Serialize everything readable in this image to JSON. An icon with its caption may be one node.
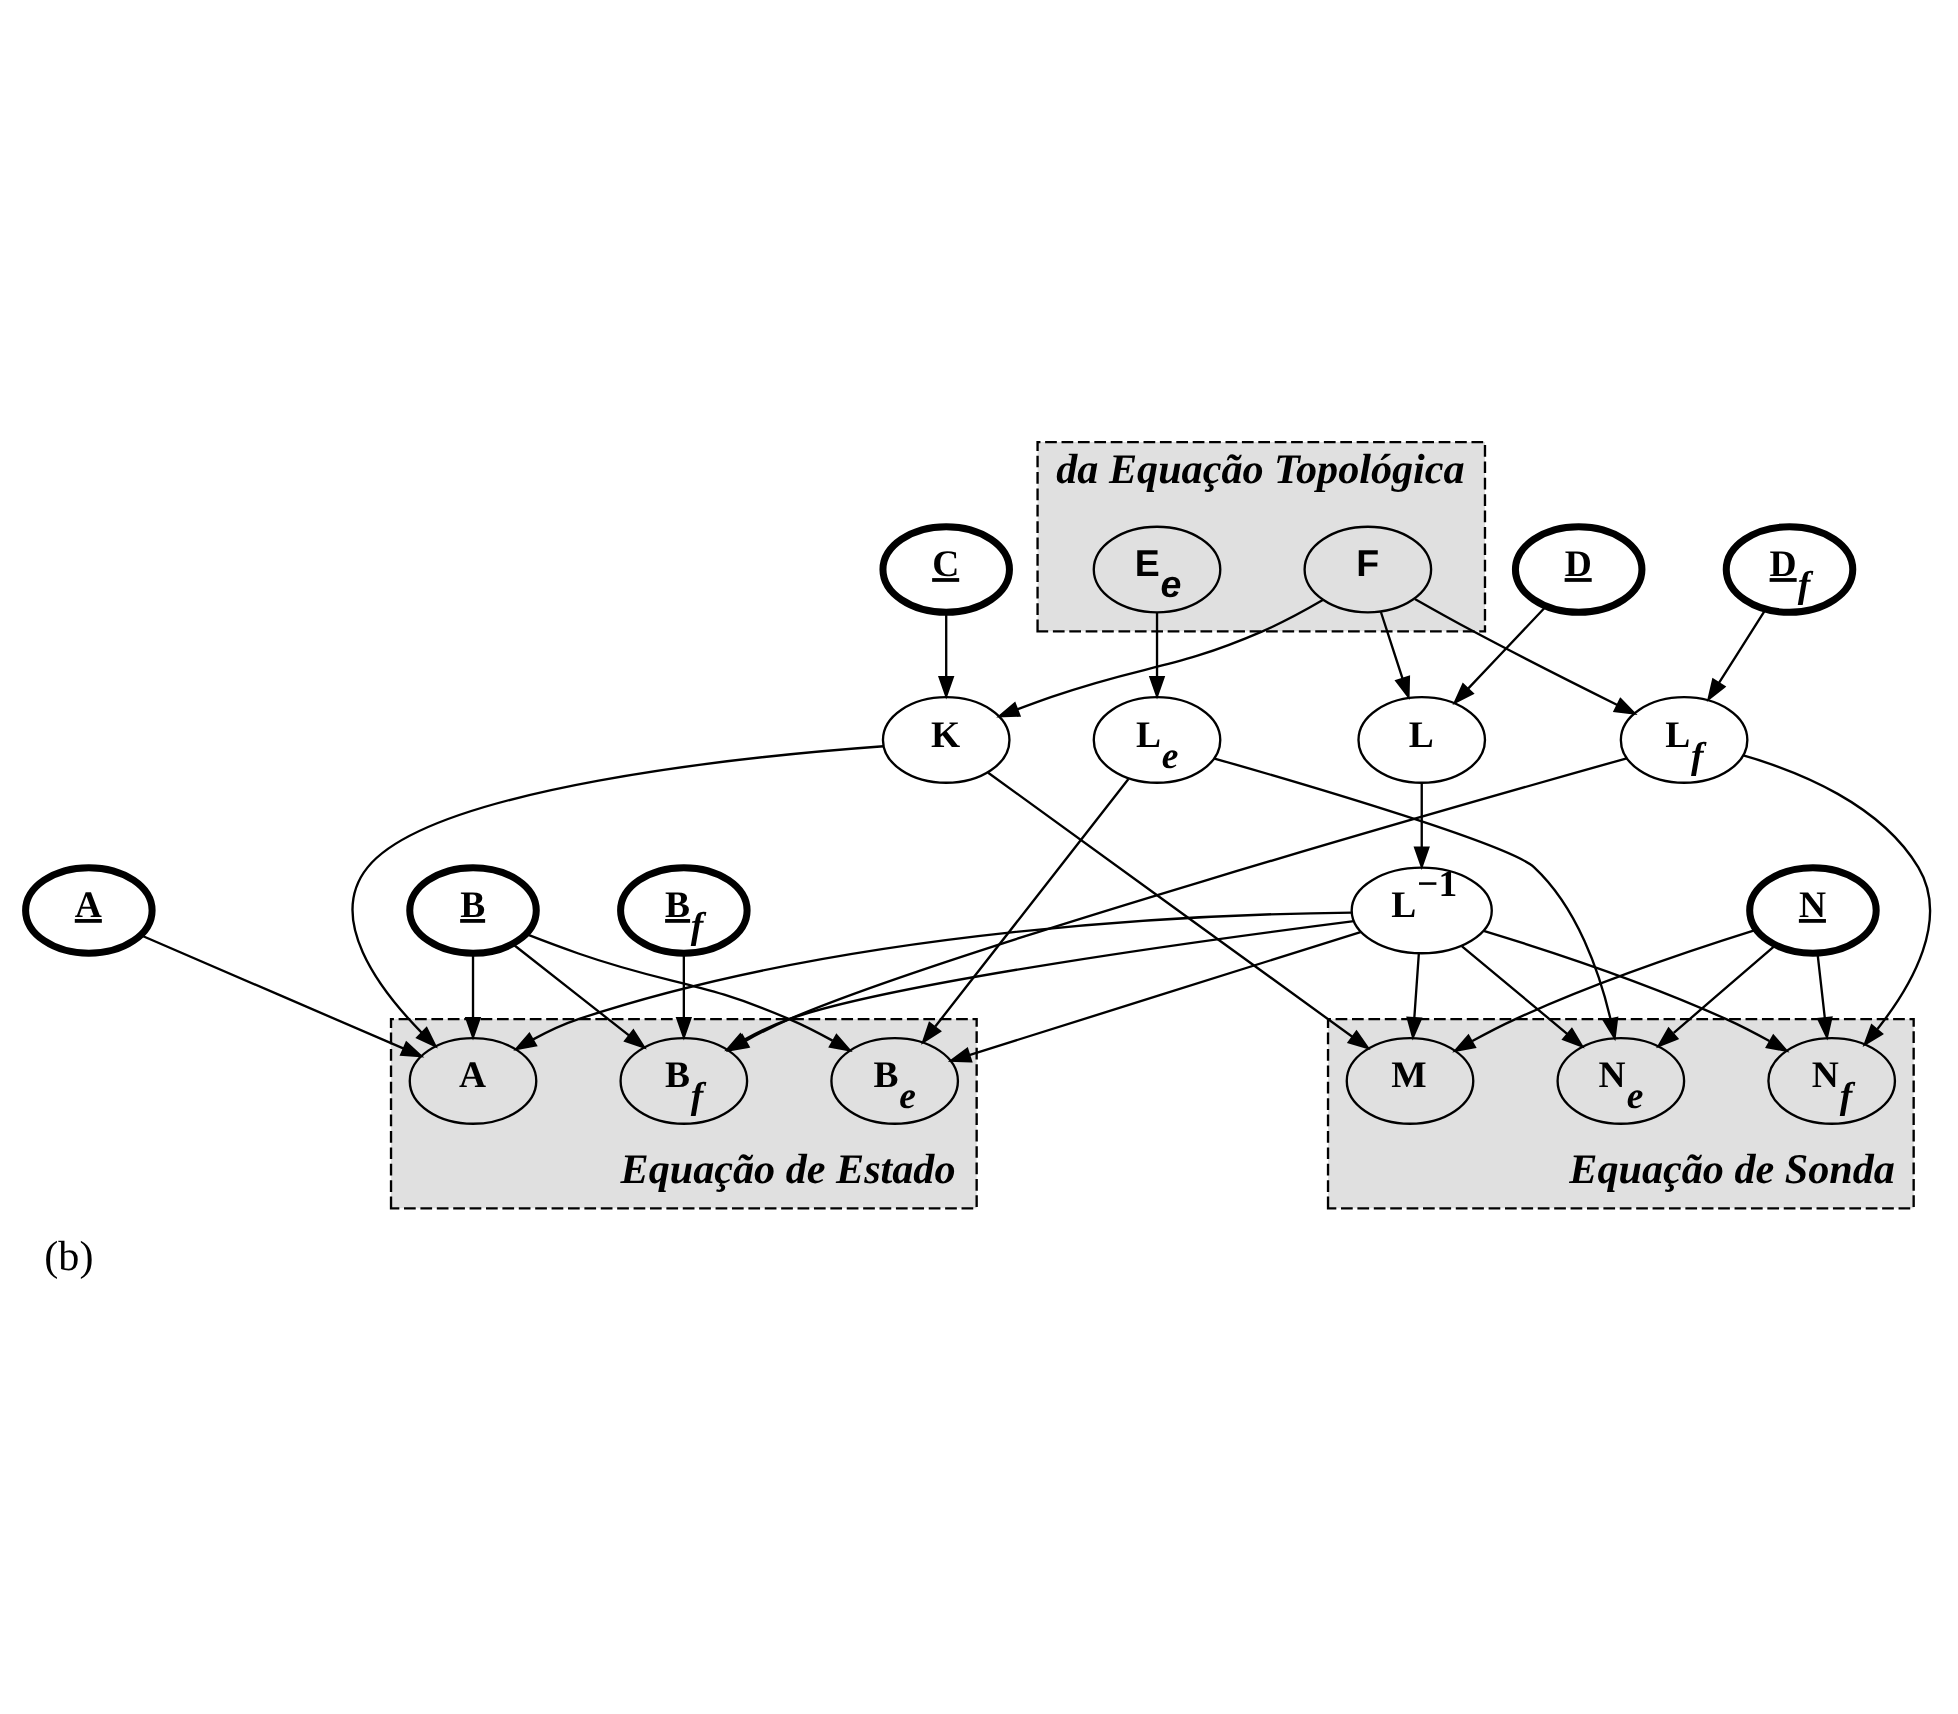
{
  "diagram": {
    "caption": "(b)",
    "nodes": [
      {
        "text": [
          "D"
        ]
      },
      {
        "text": [
          "C"
        ]
      },
      {
        "text": [
          "D$_{f}$"
        ]
      },
      {
        "text": [
          "da Equação Topológica"
        ]
      },
      {
        "text": [
          "F"
        ],
        "in": 3
      },
      {
        "text": [
          "E$_{e}$"
        ],
        "in": 3
      },
      {
        "text": [
          "L"
        ]
      },
      {
        "text": [
          "K"
        ]
      },
      {
        "text": [
          "L$_{f}$"
        ]
      },
      {
        "text": [
          "L$_{e}$"
        ]
      },
      {
        "text": [
          "L$^{−1}$"
        ]
      },
      {
        "text": [
          "A"
        ]
      },
      {
        "text": [
          "B$_{f}$"
        ]
      },
      {
        "text": [
          "B"
        ]
      },
      {
        "text": [
          "Equação de Estado"
        ]
      },
      {
        "text": [
          "A"
        ],
        "in": 14
      },
      {
        "text": [
          "B$_{f}$"
        ],
        "in": 14
      },
      {
        "text": [
          "B$_{e}$"
        ],
        "in": 14
      },
      {
        "text": [
          "N"
        ]
      },
      {
        "text": [
          "Equação de Sonda"
        ]
      },
      {
        "text": [
          "M"
        ],
        "in": 19
      },
      {
        "text": [
          "N$_{f}$"
        ],
        "in": 19
      },
      {
        "text": [
          "N$_{e}$"
        ],
        "in": 19
      }
    ],
    "edges": [
      {
        "from": 0,
        "to": 6,
        "arrow": "to"
      },
      {
        "from": 4,
        "to": 6,
        "arrow": "to"
      },
      {
        "from": 1,
        "to": 7,
        "arrow": "to"
      },
      {
        "from": 4,
        "to": 7,
        "arrow": "to"
      },
      {
        "from": 2,
        "to": 8,
        "arrow": "to"
      },
      {
        "from": 4,
        "to": 8,
        "arrow": "to"
      },
      {
        "from": 5,
        "to": 9,
        "arrow": "to"
      },
      {
        "from": 6,
        "to": 10,
        "arrow": "to"
      },
      {
        "from": 11,
        "to": 15,
        "arrow": "to"
      },
      {
        "from": 13,
        "to": 15,
        "arrow": "to"
      },
      {
        "from": 10,
        "to": 15,
        "arrow": "to"
      },
      {
        "from": 7,
        "to": 15,
        "arrow": "to"
      },
      {
        "from": 12,
        "to": 16,
        "arrow": "to"
      },
      {
        "from": 13,
        "to": 16,
        "arrow": "to"
      },
      {
        "from": 10,
        "to": 16,
        "arrow": "to"
      },
      {
        "from": 8,
        "to": 16,
        "arrow": "to"
      },
      {
        "from": 13,
        "to": 17,
        "arrow": "to"
      },
      {
        "from": 10,
        "to": 17,
        "arrow": "to"
      },
      {
        "from": 9,
        "to": 17,
        "arrow": "to"
      },
      {
        "from": 18,
        "to": 20,
        "arrow": "to"
      },
      {
        "from": 10,
        "to": 20,
        "arrow": "to"
      },
      {
        "from": 7,
        "to": 20,
        "arrow": "to"
      },
      {
        "from": 18,
        "to": 21,
        "arrow": "to"
      },
      {
        "from": 10,
        "to": 21,
        "arrow": "to"
      },
      {
        "from": 8,
        "to": 21,
        "arrow": "to"
      },
      {
        "from": 18,
        "to": 22,
        "arrow": "to"
      },
      {
        "from": 10,
        "to": 22,
        "arrow": "to"
      },
      {
        "from": 9,
        "to": 22,
        "arrow": "to"
      }
    ]
  }
}
